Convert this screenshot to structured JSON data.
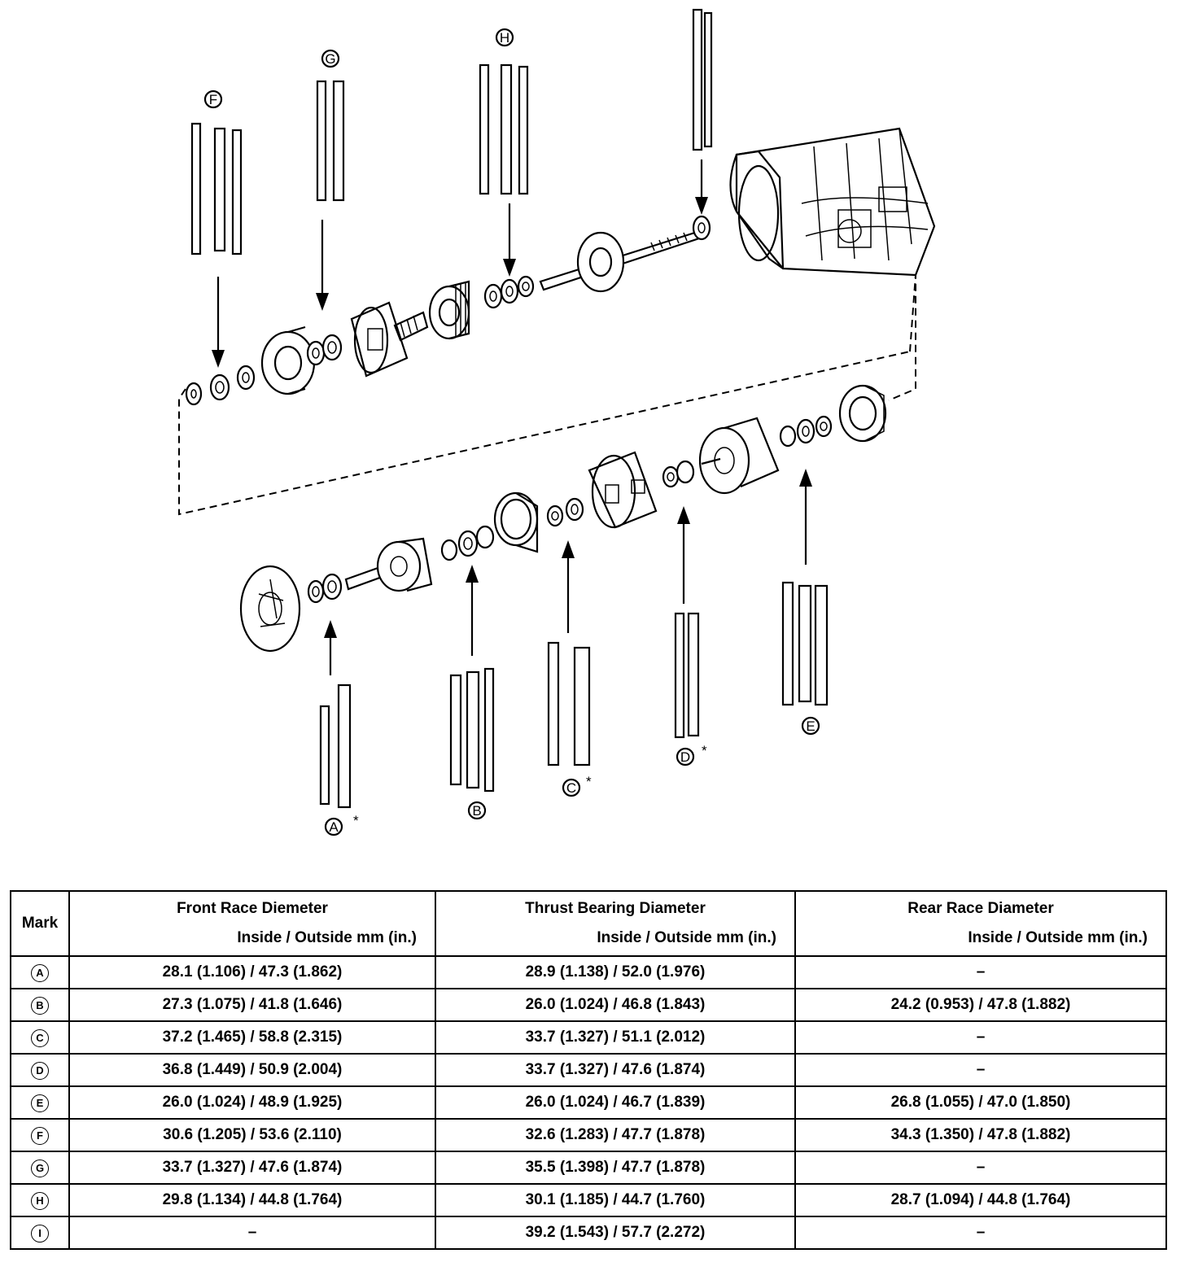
{
  "diagram": {
    "labels": {
      "A": "A",
      "B": "B",
      "C": "C",
      "D": "D",
      "E": "E",
      "F": "F",
      "G": "G",
      "H": "H"
    },
    "asterisk": "*"
  },
  "table": {
    "headers": {
      "mark": "Mark",
      "front_title": "Front Race Diemeter",
      "front_sub": "Inside / Outside mm (in.)",
      "thrust_title": "Thrust Bearing Diameter",
      "thrust_sub": "Inside / Outside mm (in.)",
      "rear_title": "Rear Race Diameter",
      "rear_sub": "Inside / Outside mm (in.)"
    },
    "rows": [
      {
        "mark": "A",
        "front": "28.1 (1.106) / 47.3 (1.862)",
        "thrust": "28.9 (1.138) / 52.0 (1.976)",
        "rear": "–"
      },
      {
        "mark": "B",
        "front": "27.3 (1.075) / 41.8 (1.646)",
        "thrust": "26.0 (1.024) / 46.8 (1.843)",
        "rear": "24.2 (0.953) / 47.8 (1.882)"
      },
      {
        "mark": "C",
        "front": "37.2 (1.465) / 58.8 (2.315)",
        "thrust": "33.7 (1.327) / 51.1 (2.012)",
        "rear": "–"
      },
      {
        "mark": "D",
        "front": "36.8 (1.449) / 50.9 (2.004)",
        "thrust": "33.7 (1.327) / 47.6 (1.874)",
        "rear": "–"
      },
      {
        "mark": "E",
        "front": "26.0 (1.024) / 48.9 (1.925)",
        "thrust": "26.0 (1.024) / 46.7 (1.839)",
        "rear": "26.8 (1.055) / 47.0 (1.850)"
      },
      {
        "mark": "F",
        "front": "30.6 (1.205) / 53.6 (2.110)",
        "thrust": "32.6 (1.283) / 47.7 (1.878)",
        "rear": "34.3 (1.350) / 47.8 (1.882)"
      },
      {
        "mark": "G",
        "front": "33.7 (1.327) / 47.6 (1.874)",
        "thrust": "35.5 (1.398) / 47.7 (1.878)",
        "rear": "–"
      },
      {
        "mark": "H",
        "front": "29.8 (1.134) / 44.8 (1.764)",
        "thrust": "30.1 (1.185) / 44.7 (1.760)",
        "rear": "28.7 (1.094) / 44.8 (1.764)"
      },
      {
        "mark": "I",
        "front": "–",
        "thrust": "39.2 (1.543) / 57.7 (2.272)",
        "rear": "–"
      }
    ]
  }
}
